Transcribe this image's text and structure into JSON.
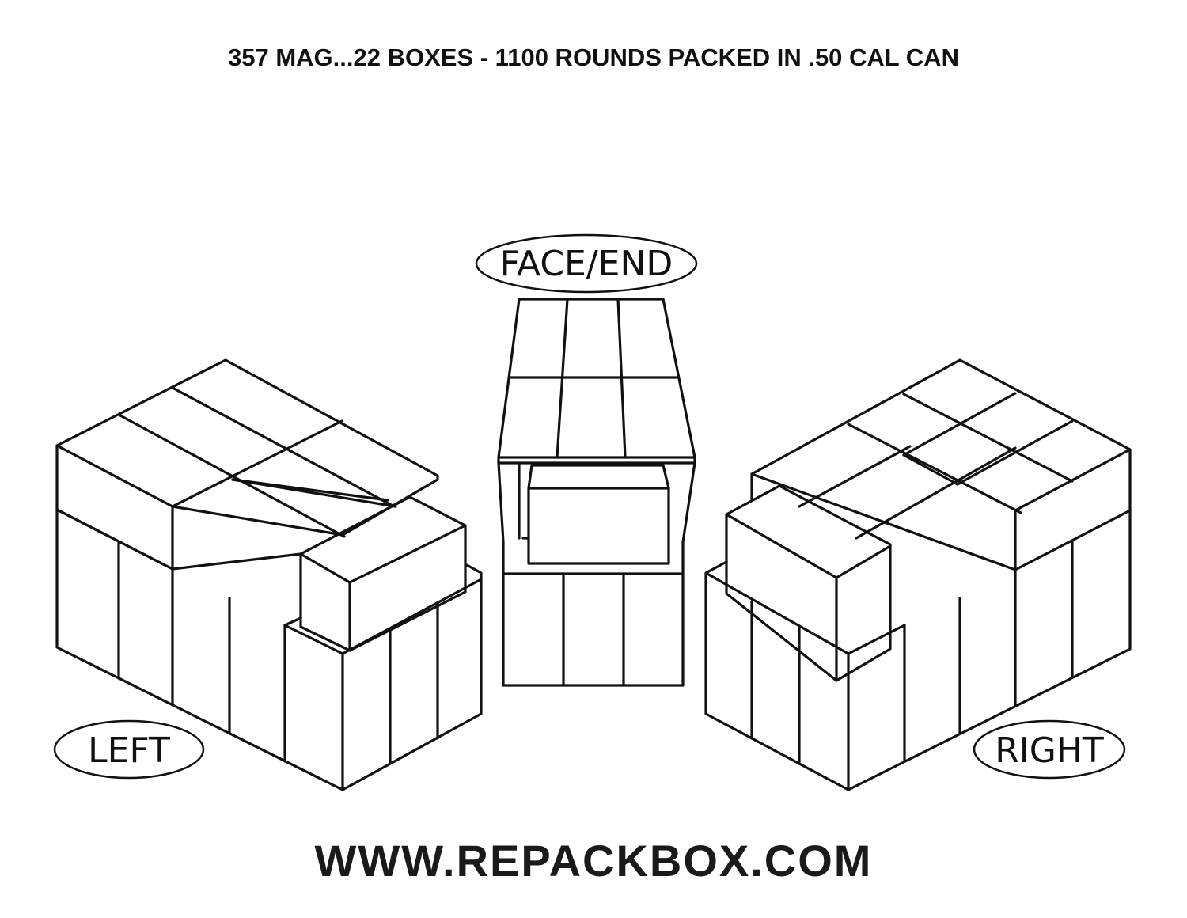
{
  "title": "357 MAG...22 BOXES - 1100 ROUNDS PACKED IN .50 CAL CAN",
  "views": {
    "face_end": "FACE/END",
    "left": "LEFT",
    "right": "RIGHT"
  },
  "website": "WWW.REPACKBOX.COM",
  "colors": {
    "line": "#111111",
    "background": "#ffffff"
  }
}
